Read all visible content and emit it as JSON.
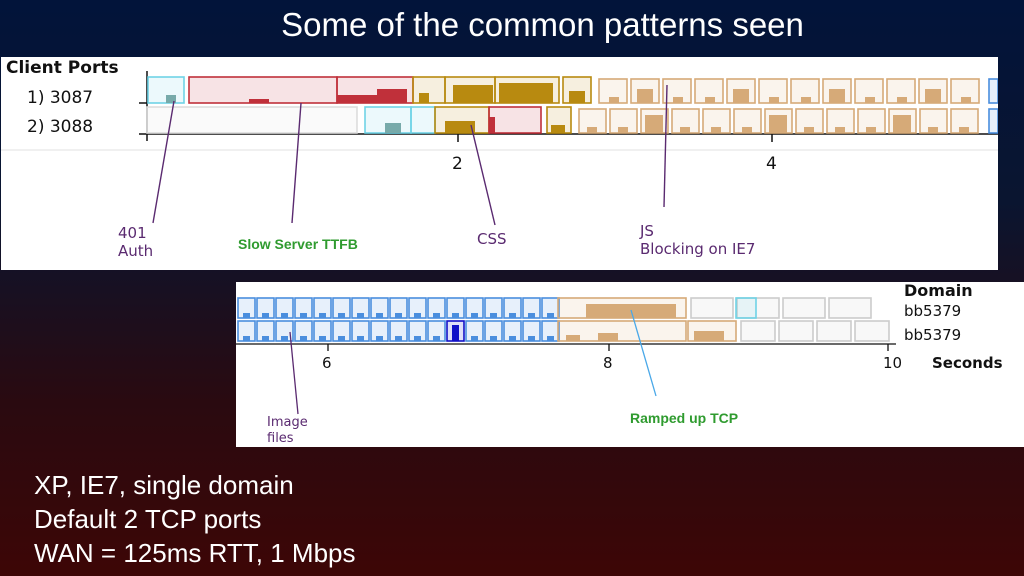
{
  "slide": {
    "title": "Some of the common patterns seen",
    "bullets": [
      "XP, IE7, single domain",
      "Default 2 TCP ports",
      "WAN = 125ms RTT, 1 Mbps"
    ]
  },
  "waterfall_top": {
    "header": "Client Ports",
    "ports": [
      "1) 3087",
      "2) 3088"
    ],
    "ticks": [
      "2",
      "4"
    ],
    "annotations": {
      "auth": "401\nAuth",
      "ttfb": "Slow Server TTFB",
      "css": "CSS",
      "js": "JS\nBlocking on IE7"
    }
  },
  "waterfall_bottom": {
    "domain_header": "Domain",
    "domains": [
      "bb5379",
      "bb5379"
    ],
    "ticks": [
      "6",
      "8",
      "10"
    ],
    "axis_label": "Seconds",
    "annotations": {
      "images": "Image\nfiles",
      "tcp": "Ramped up TCP"
    }
  },
  "colors": {
    "auth": "#6fd3e6",
    "html": "#c0303a",
    "css": "#b88a10",
    "js": "#d6aa78",
    "image": "#4a8ede",
    "image_dark": "#1010c8"
  }
}
